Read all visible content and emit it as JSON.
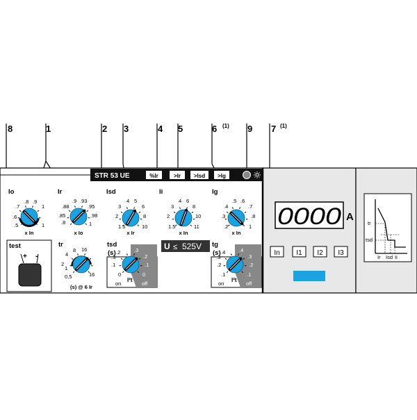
{
  "callouts": [
    {
      "text": "8",
      "sup": ""
    },
    {
      "text": "1",
      "sup": ""
    },
    {
      "text": "2",
      "sup": ""
    },
    {
      "text": "3",
      "sup": ""
    },
    {
      "text": "4",
      "sup": ""
    },
    {
      "text": "5",
      "sup": ""
    },
    {
      "text": "6",
      "sup": "(1)"
    },
    {
      "text": "9",
      "sup": ""
    },
    {
      "text": "7",
      "sup": "(1)"
    }
  ],
  "top_bar": {
    "model": "STR 53 UE",
    "buttons": [
      "%Ir",
      ">Ir",
      ">Isd",
      ">Ig"
    ]
  },
  "dials": {
    "io": {
      "name": "Io",
      "unit": "x In",
      "ticks": [
        ".5",
        ".6",
        ".7",
        ".8",
        ".9",
        "1",
        "1"
      ]
    },
    "ir": {
      "name": "Ir",
      "unit": "x Io",
      "ticks": [
        ".8",
        ".85",
        ".88",
        ".9",
        ".93",
        ".95",
        ".98",
        "1"
      ]
    },
    "isd": {
      "name": "Isd",
      "unit": "x Ir",
      "ticks": [
        "1.5",
        "2",
        "3",
        "4",
        "5",
        "6",
        "8",
        "10"
      ]
    },
    "ii": {
      "name": "Ii",
      "unit": "x In",
      "ticks": [
        "1.5",
        "2",
        "3",
        "4",
        "6",
        "8",
        "10",
        "11"
      ]
    },
    "ig": {
      "name": "Ig",
      "unit": "x In",
      "ticks": [
        ".2",
        ".3",
        ".4",
        ".5",
        ".6",
        ".7",
        ".8",
        "1"
      ]
    },
    "tr": {
      "name": "tr",
      "unit": "(s) @ 6 Ir",
      "ticks": [
        "0,5",
        "1",
        "2",
        "4",
        "8",
        "16",
        "16"
      ]
    },
    "tsd": {
      "name": "tsd",
      "sub": "(s)",
      "ticks_left": [
        "0",
        ".1",
        ".2",
        ".3"
      ],
      "ticks_right": [
        ".3",
        ".2",
        ".1",
        "0"
      ],
      "on": "on",
      "off": "off",
      "i2t": "I²t"
    },
    "tg": {
      "name": "tg",
      "sub": "(s)",
      "ticks_left": [
        ".1",
        ".2",
        ".3",
        ".4"
      ],
      "ticks_right": [
        ".4",
        ".3",
        ".2",
        ".1"
      ],
      "on": "on",
      "off": "off",
      "i2t": "I²t"
    }
  },
  "test": {
    "label": "test",
    "plus": "+",
    "minus": "-"
  },
  "voltage": {
    "u": "U",
    "sign": "≤",
    "value": "525V"
  },
  "display": {
    "digits": "0000",
    "unit": "A"
  },
  "phase_buttons": [
    "In",
    "I1",
    "I2",
    "I3"
  ],
  "curve": {
    "tr": "tr",
    "tsd": "tsd",
    "ir": "Ir",
    "isd": "Isd",
    "ii": "Ii"
  },
  "colors": {
    "dial": "#1aa3e0",
    "gray": "#888888",
    "display_bar": "#1aa3e0",
    "line": "#000000"
  }
}
